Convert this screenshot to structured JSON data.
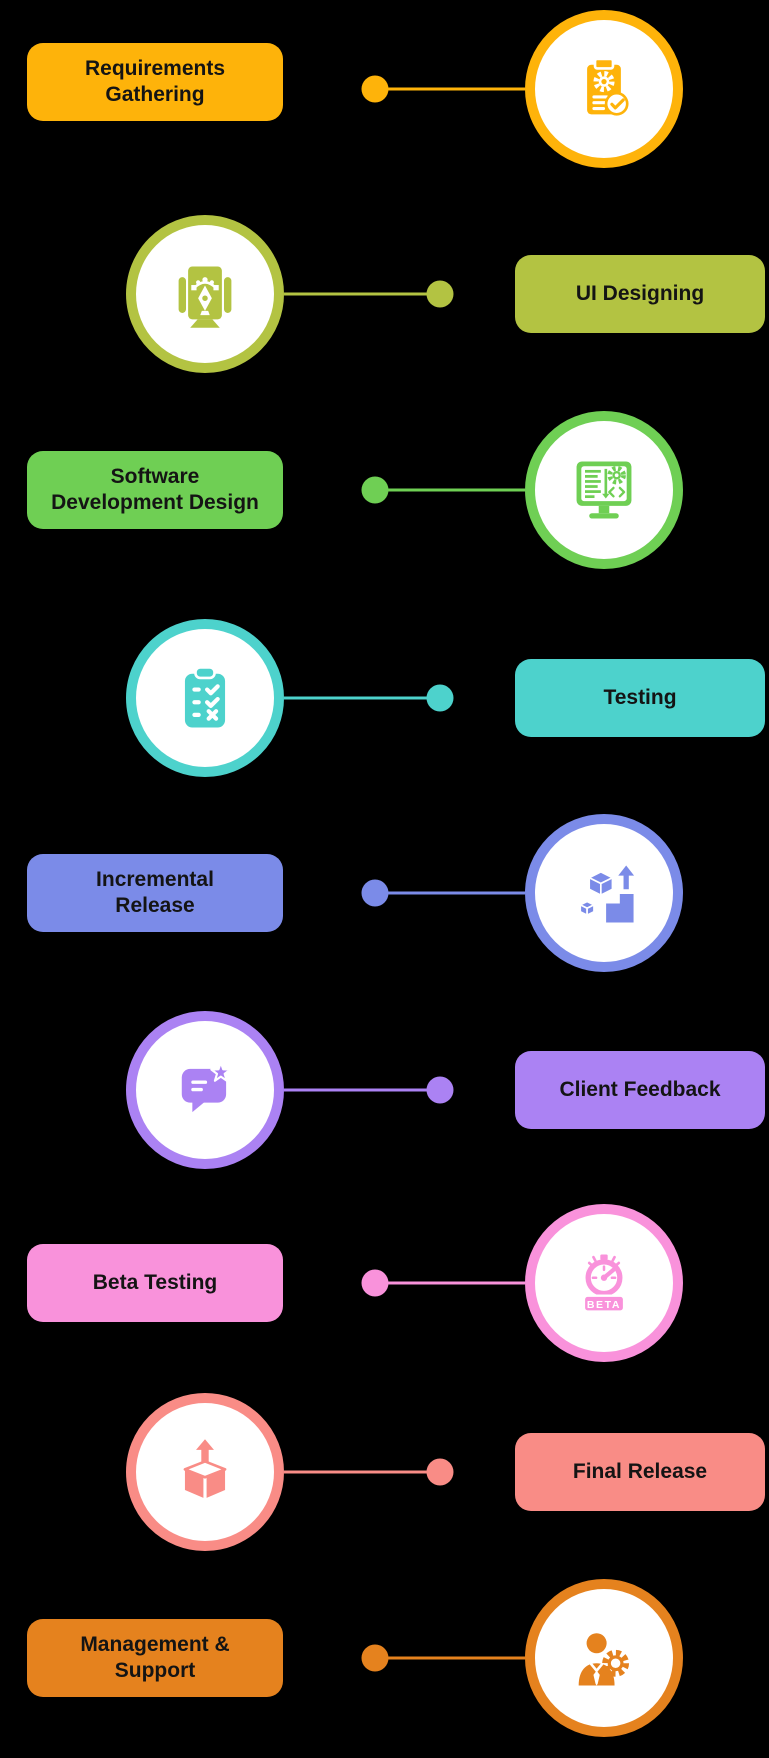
{
  "diagram": {
    "background": "#000000",
    "text_color": "#141414",
    "circle_fill": "#ffffff"
  },
  "stages": [
    {
      "label": "Requirements Gathering",
      "lines": [
        "Requirements",
        "Gathering"
      ],
      "color": "#FEB30A",
      "icon": "clipboard-gear-check-icon",
      "side": "label-left"
    },
    {
      "label": "UI Designing",
      "lines": [
        "UI Designing"
      ],
      "color": "#B3C342",
      "icon": "monitor-pen-tool-icon",
      "side": "label-right"
    },
    {
      "label": "Software Development Design",
      "lines": [
        "Software",
        "Development Design"
      ],
      "color": "#6FCF54",
      "icon": "monitor-code-gear-icon",
      "side": "label-left"
    },
    {
      "label": "Testing",
      "lines": [
        "Testing"
      ],
      "color": "#4DD2CC",
      "icon": "clipboard-checklist-icon",
      "side": "label-right"
    },
    {
      "label": "Incremental Release",
      "lines": [
        "Incremental",
        "Release"
      ],
      "color": "#7B8BE8",
      "icon": "cubes-growth-icon",
      "side": "label-left"
    },
    {
      "label": "Client Feedback",
      "lines": [
        "Client Feedback"
      ],
      "color": "#AB82F3",
      "icon": "feedback-bubble-star-icon",
      "side": "label-right"
    },
    {
      "label": "Beta Testing",
      "lines": [
        "Beta Testing"
      ],
      "color": "#F992DB",
      "icon": "beta-stopwatch-icon",
      "icon_text": "BETA",
      "side": "label-left"
    },
    {
      "label": "Final Release",
      "lines": [
        "Final Release"
      ],
      "color": "#F98C86",
      "icon": "box-release-icon",
      "side": "label-right"
    },
    {
      "label": "Management & Support",
      "lines": [
        "Management &",
        "Support"
      ],
      "color": "#E5821E",
      "icon": "manager-gear-icon",
      "side": "label-left"
    }
  ]
}
